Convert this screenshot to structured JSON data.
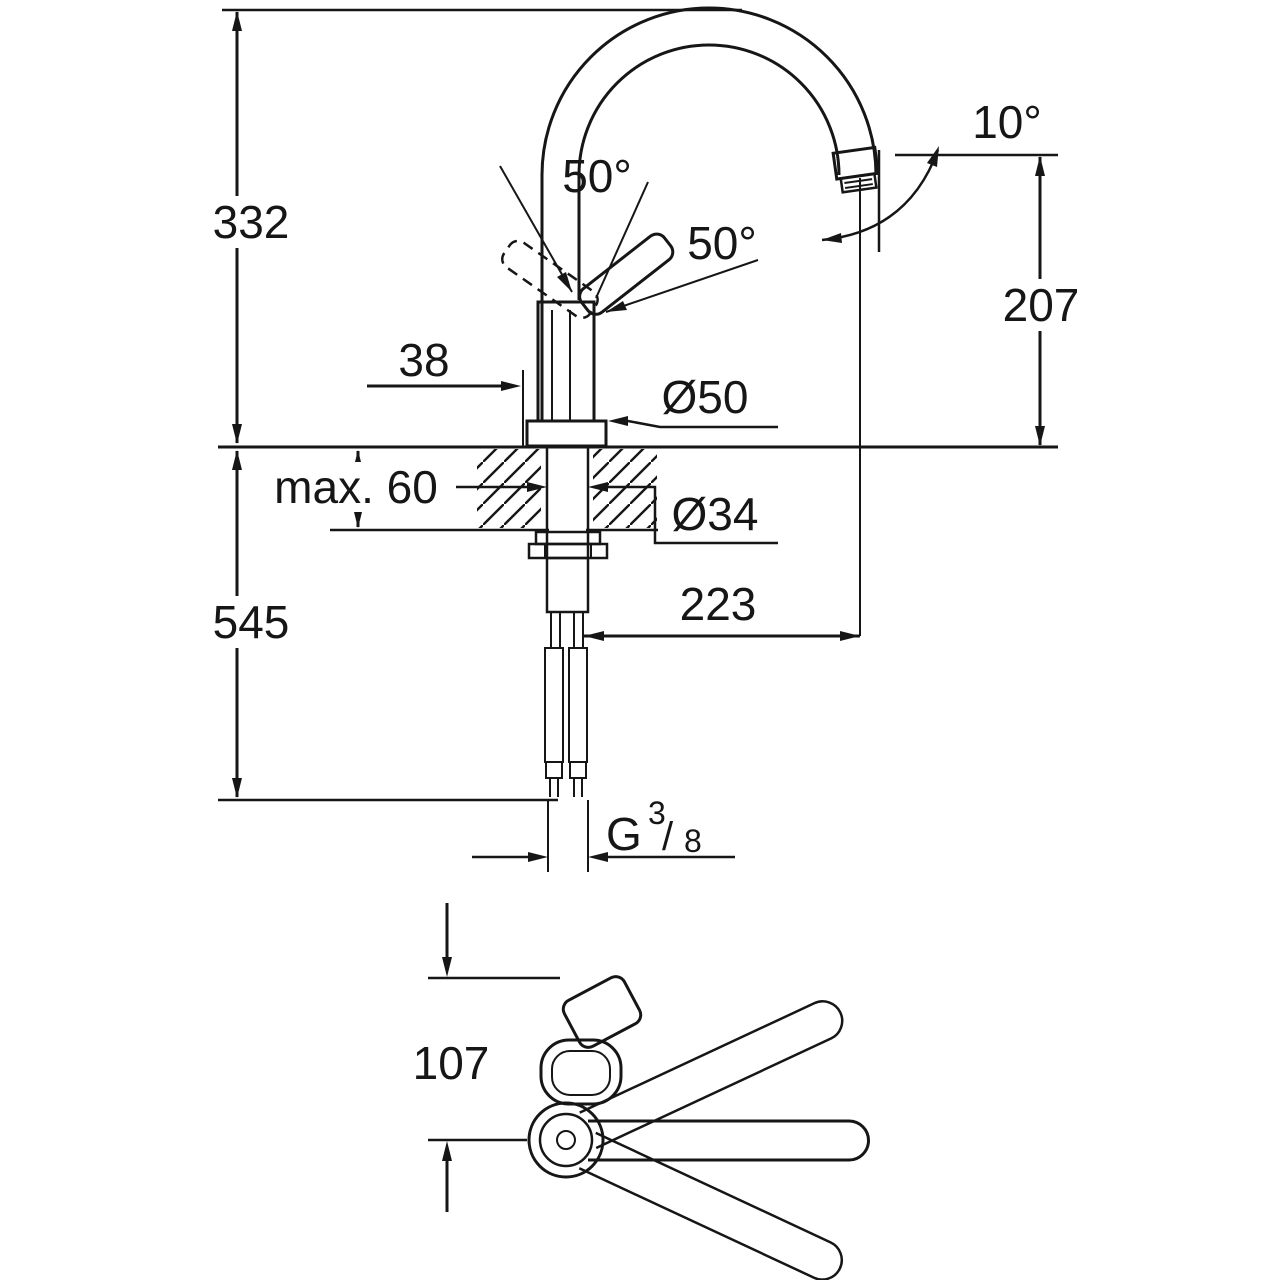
{
  "colors": {
    "background": "#ffffff",
    "line": "#161616"
  },
  "dimensions": {
    "height_above_counter": "332",
    "height_below_counter": "545",
    "spout_height": "207",
    "spout_reach": "223",
    "body_offset": "38",
    "max_deck_thickness": "max. 60",
    "base_diameter": "Ø50",
    "mounting_hole_diameter": "Ø34",
    "top_view_height": "107"
  },
  "angles": {
    "handle_swing_left": "50°",
    "handle_swing_right": "50°",
    "spout_angle": "10°"
  },
  "thread": {
    "prefix": "G",
    "numerator": "3",
    "slash": "/",
    "denominator": "8"
  }
}
